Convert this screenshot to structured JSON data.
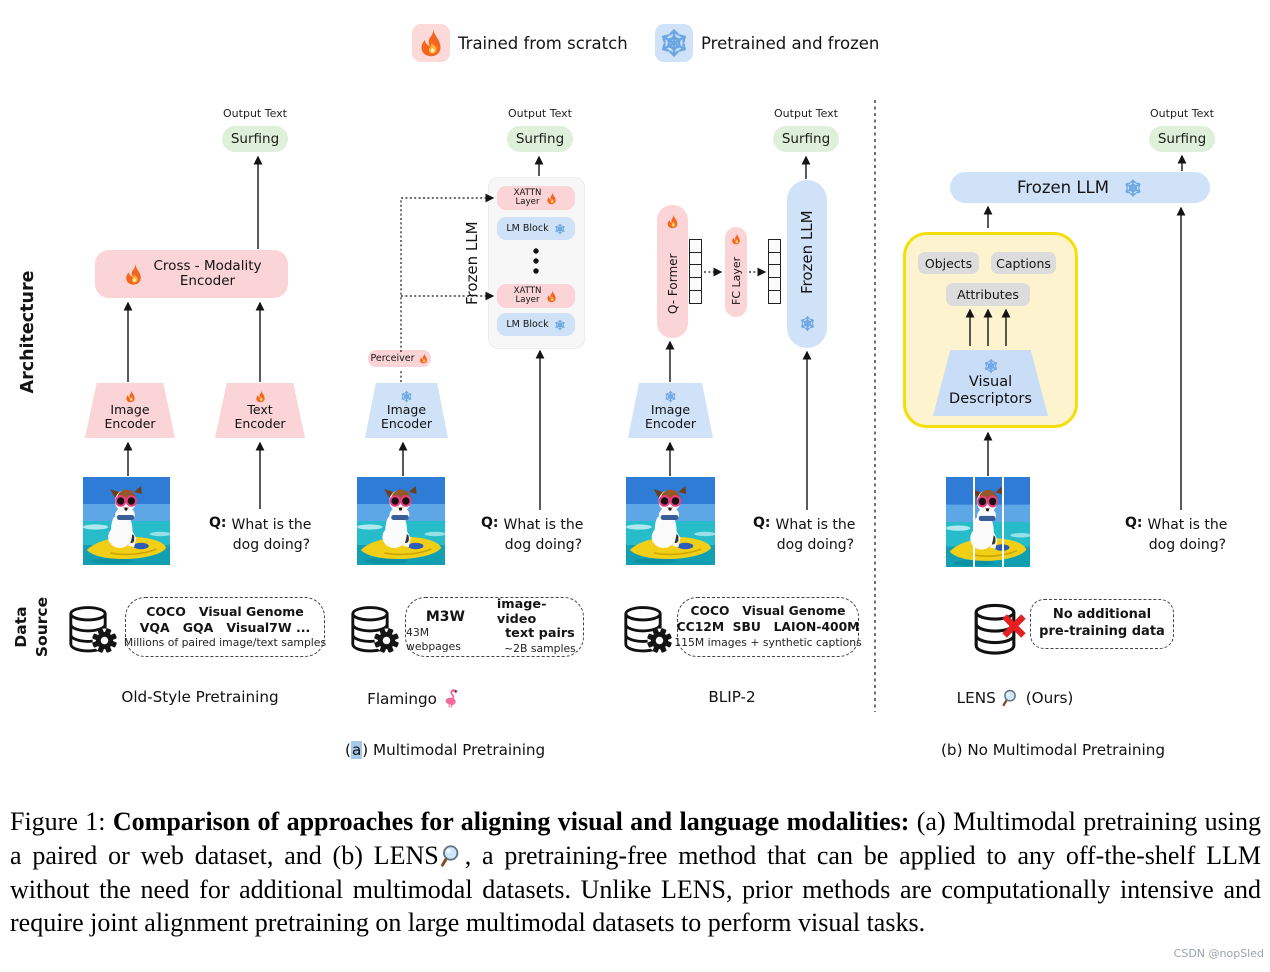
{
  "legend": {
    "trained_label": "Trained from scratch",
    "frozen_label": "Pretrained and frozen"
  },
  "side_labels": {
    "architecture": "Architecture",
    "data_source": [
      "Data",
      "Source"
    ]
  },
  "common": {
    "output_text": "Output Text",
    "output_value": "Surfing",
    "q_prefix": "Q:",
    "q_line1": "What is the",
    "q_line2": "dog doing?"
  },
  "old_style": {
    "cross_modality": [
      "Cross - Modality",
      "Encoder"
    ],
    "image_encoder": [
      "Image",
      "Encoder"
    ],
    "text_encoder": [
      "Text",
      "Encoder"
    ],
    "method_label": "Old-Style Pretraining",
    "datasets": [
      "COCO   Visual Genome",
      "VQA   GQA   Visual7W ...",
      "Millions of paired image/text samples"
    ]
  },
  "flamingo": {
    "frozen_llm": "Frozen LLM",
    "xattn": [
      "XATTN",
      "Layer"
    ],
    "lm_block": "LM Block",
    "perceiver": "Perceiver",
    "image_encoder": [
      "Image",
      "Encoder"
    ],
    "method_label": "Flamingo",
    "dataset_left_title": "M3W",
    "dataset_left_sub": "43M webpages",
    "dataset_right_title": [
      "image-video",
      "text pairs"
    ],
    "dataset_right_sub": "~2B samples"
  },
  "blip2": {
    "q_former": "Q- Former",
    "fc_layer": "FC Layer",
    "frozen_llm": "Frozen LLM",
    "image_encoder": [
      "Image",
      "Encoder"
    ],
    "method_label": "BLIP-2",
    "datasets": [
      "COCO   Visual Genome",
      "CC12M  SBU   LAION-400M",
      "115M images + synthetic captions"
    ]
  },
  "lens": {
    "frozen_llm": "Frozen LLM",
    "objects": "Objects",
    "captions": "Captions",
    "attributes": "Attributes",
    "visual_descriptors": [
      "Visual",
      "Descriptors"
    ],
    "method_label_prefix": "LENS",
    "method_label_suffix": "(Ours)",
    "dataset": [
      "No additional",
      "pre-training data"
    ]
  },
  "section_captions": {
    "a_open": "(",
    "a_letter": "a",
    "a_close": ") ",
    "a_text": "Multimodal Pretraining",
    "b_text": "(b) No Multimodal Pretraining"
  },
  "figure_caption": {
    "prefix": "Figure 1: ",
    "bold": "Comparison of approaches for aligning visual and language modalities:",
    "body_before_icon": " (a) Multimodal pretraining using a paired or web dataset, and (b) LENS",
    "body_after_icon": ", a pretraining-free method that can be applied to any off-the-shelf LLM without the need for additional multimodal datasets. Unlike LENS, prior methods are computationally intensive and require joint alignment pretraining on large multimodal datasets to perform visual tasks."
  },
  "watermark": "CSDN @nopSled",
  "icons": {
    "fire-icon": "flame (trained from scratch)",
    "snowflake-icon": "snowflake (pretrained and frozen)",
    "database-icon": "database cylinder",
    "gear-icon": "gear",
    "red-cross-icon": "red X (no data)",
    "magnifier-icon": "magnifying glass",
    "flamingo-icon": "flamingo",
    "dog-surfing-image": "photo of dog with sunglasses on surfboard"
  },
  "colors": {
    "trained_pink": "#fbd4d7",
    "frozen_blue": "#cfe2f7",
    "output_green": "#def0d9",
    "lens_box_fill": "#fdf3cf",
    "lens_box_border": "#f3e00a",
    "descriptor_gray": "#dcdcdc",
    "fire_orange": "#f4661f",
    "snowflake_blue": "#6ba6e3",
    "red_cross": "#e62020",
    "caption_highlight": "#a6c9e8"
  }
}
